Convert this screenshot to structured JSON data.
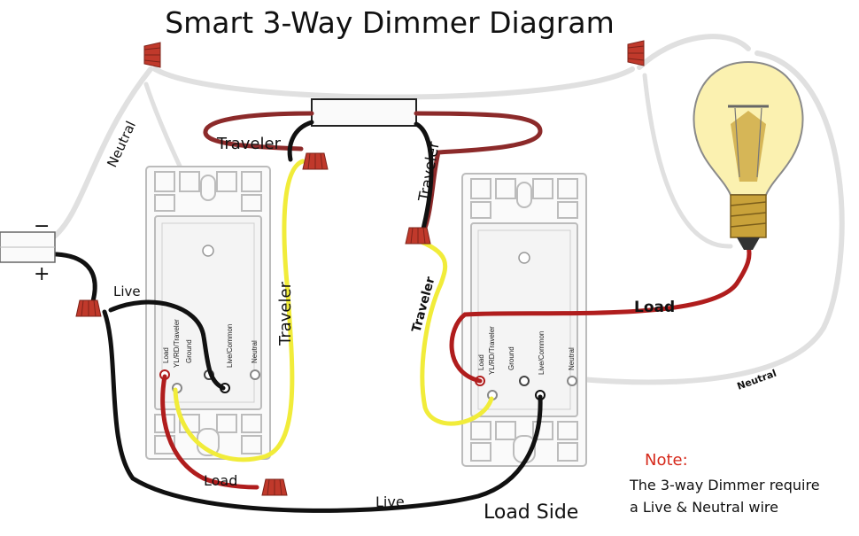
{
  "title": "Smart 3-Way Dimmer Diagram",
  "colors": {
    "neutral": "#e7e7e7",
    "live": "#111111",
    "traveler_red": "#8c2a2a",
    "traveler_yellow": "#f1ec3a",
    "load": "#b01d1d",
    "wire_nut": "#c0392b",
    "bulb_glass": "#fbf1b0",
    "bulb_base": "#c9a23a",
    "note_accent": "#d62a1c"
  },
  "source": {
    "minus": "−",
    "plus": "+"
  },
  "wire_labels": {
    "neutral_left": "Neutral",
    "traveler_top": "Traveler",
    "traveler_right_top": "Traveler",
    "traveler_left_vertical": "Traveler",
    "traveler_right_vertical": "Traveler",
    "live_left": "Live",
    "load_bottom": "Load",
    "live_bottom": "Live",
    "load_right": "Load",
    "neutral_right": "Neutral"
  },
  "switch_terminals": [
    "Load",
    "YL/RD/Traveler",
    "Ground",
    "Live/Common",
    "Neutral"
  ],
  "load_side": "Load Side",
  "note": {
    "heading": "Note:",
    "line1": "The 3-way Dimmer require",
    "line2": "a Live & Neutral wire"
  }
}
